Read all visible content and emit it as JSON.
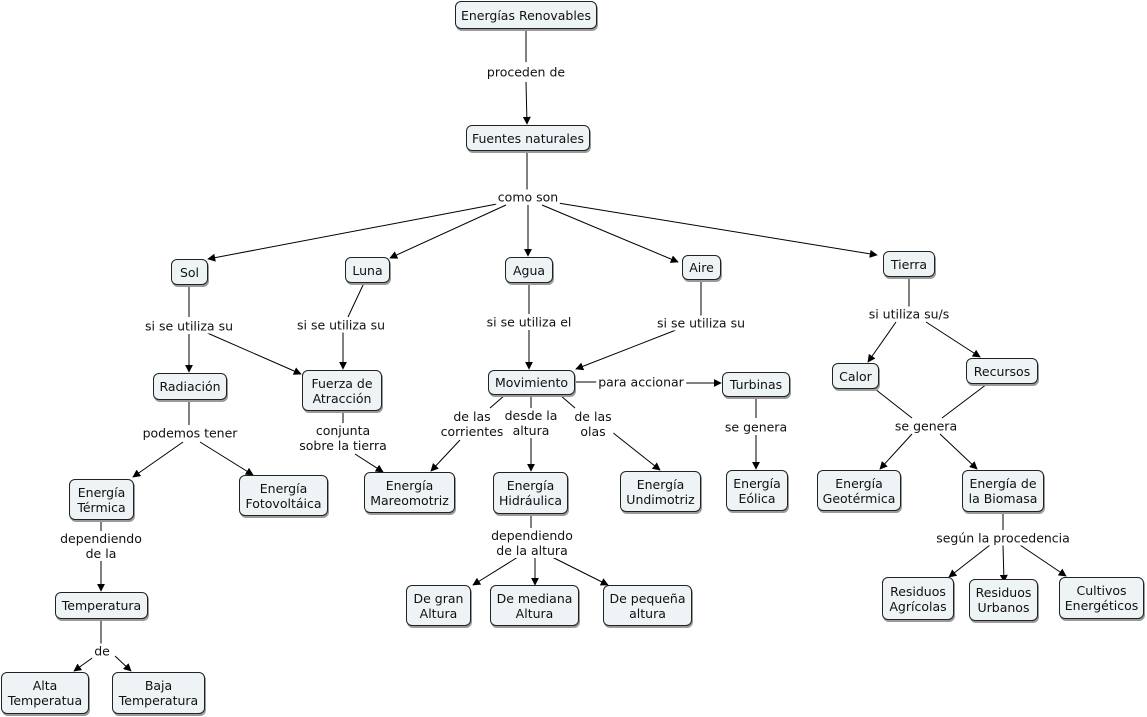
{
  "nodes": {
    "renovables": "Energías Renovables",
    "fuentes": "Fuentes naturales",
    "sol": "Sol",
    "luna": "Luna",
    "agua": "Agua",
    "aire": "Aire",
    "tierra": "Tierra",
    "radiacion": "Radiación",
    "fuerza": "Fuerza de\nAtracción",
    "movimiento": "Movimiento",
    "turbinas": "Turbinas",
    "calor": "Calor",
    "recursos": "Recursos",
    "termica": "Energía\nTérmica",
    "fotovoltaica": "Energía\nFotovoltáica",
    "mareomotriz": "Energía\nMareomotriz",
    "hidraulica": "Energía\nHidráulica",
    "undimotriz": "Energía\nUndimotriz",
    "eolica": "Energía\nEólica",
    "geotermica": "Energía\nGeotérmica",
    "biomasa": "Energía de\nla Biomasa",
    "temperatura": "Temperatura",
    "alta_temp": "Alta\nTemperatua",
    "baja_temp": "Baja\nTemperatura",
    "gran_altura": "De gran\nAltura",
    "mediana_altura": "De mediana\nAltura",
    "pequena_altura": "De pequeña\naltura",
    "residuos_agricolas": "Residuos\nAgrícolas",
    "residuos_urbanos": "Residuos\nUrbanos",
    "cultivos": "Cultivos\nEnergéticos"
  },
  "links": {
    "proceden_de": "proceden de",
    "como_son": "como son",
    "sol_utiliza": "si se utiliza su",
    "luna_utiliza": "si se utiliza su",
    "agua_utiliza": "si se utiliza el",
    "aire_utiliza": "si se utiliza su",
    "tierra_utiliza": "si utiliza su/s",
    "podemos_tener": "podemos tener",
    "conjunta": "conjunta\nsobre la tierra",
    "para_accionar": "para accionar",
    "corrientes": "de las\ncorrientes",
    "desde_altura": "desde la\naltura",
    "olas": "de las\nolas",
    "turbinas_genera": "se genera",
    "tierra_genera": "se genera",
    "dependiendo_de_la": "dependiendo\nde la",
    "de": "de",
    "dependiendo_altura": "dependiendo\nde la altura",
    "segun_procedencia": "según la procedencia"
  }
}
